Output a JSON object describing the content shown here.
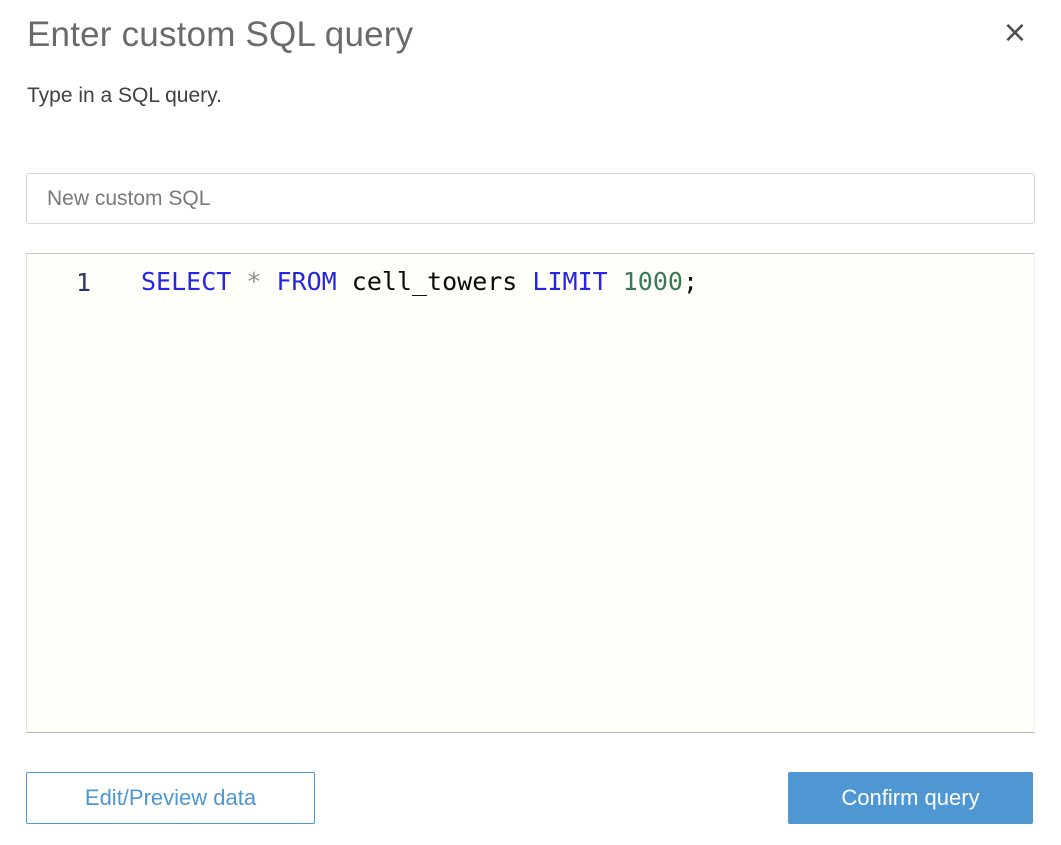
{
  "dialog": {
    "title": "Enter custom SQL query",
    "subtitle": "Type in a SQL query."
  },
  "icons": {
    "close": "×"
  },
  "query_name": {
    "value": "New custom SQL"
  },
  "sql_editor": {
    "line_number": "1",
    "query_text": "SELECT * FROM cell_towers LIMIT 1000;",
    "tokens": [
      {
        "type": "keyword",
        "text": "SELECT"
      },
      {
        "type": "plain",
        "text": " "
      },
      {
        "type": "operator",
        "text": "*"
      },
      {
        "type": "plain",
        "text": " "
      },
      {
        "type": "keyword",
        "text": "FROM"
      },
      {
        "type": "plain",
        "text": " "
      },
      {
        "type": "identifier",
        "text": "cell_towers"
      },
      {
        "type": "plain",
        "text": " "
      },
      {
        "type": "keyword",
        "text": "LIMIT"
      },
      {
        "type": "plain",
        "text": " "
      },
      {
        "type": "number",
        "text": "1000"
      },
      {
        "type": "punctuation",
        "text": ";"
      }
    ]
  },
  "footer": {
    "edit_preview_label": "Edit/Preview data",
    "confirm_label": "Confirm query"
  },
  "colors": {
    "accent_blue": "#4E97D2",
    "keyword": "#2525E6",
    "operator": "#8E8E8E",
    "identifier": "#0B0B0B",
    "number_literal": "#3B7A57",
    "gutter_number": "#2A3564",
    "editor_background": "#FFFEF9",
    "title_text": "#6A6A6A"
  }
}
